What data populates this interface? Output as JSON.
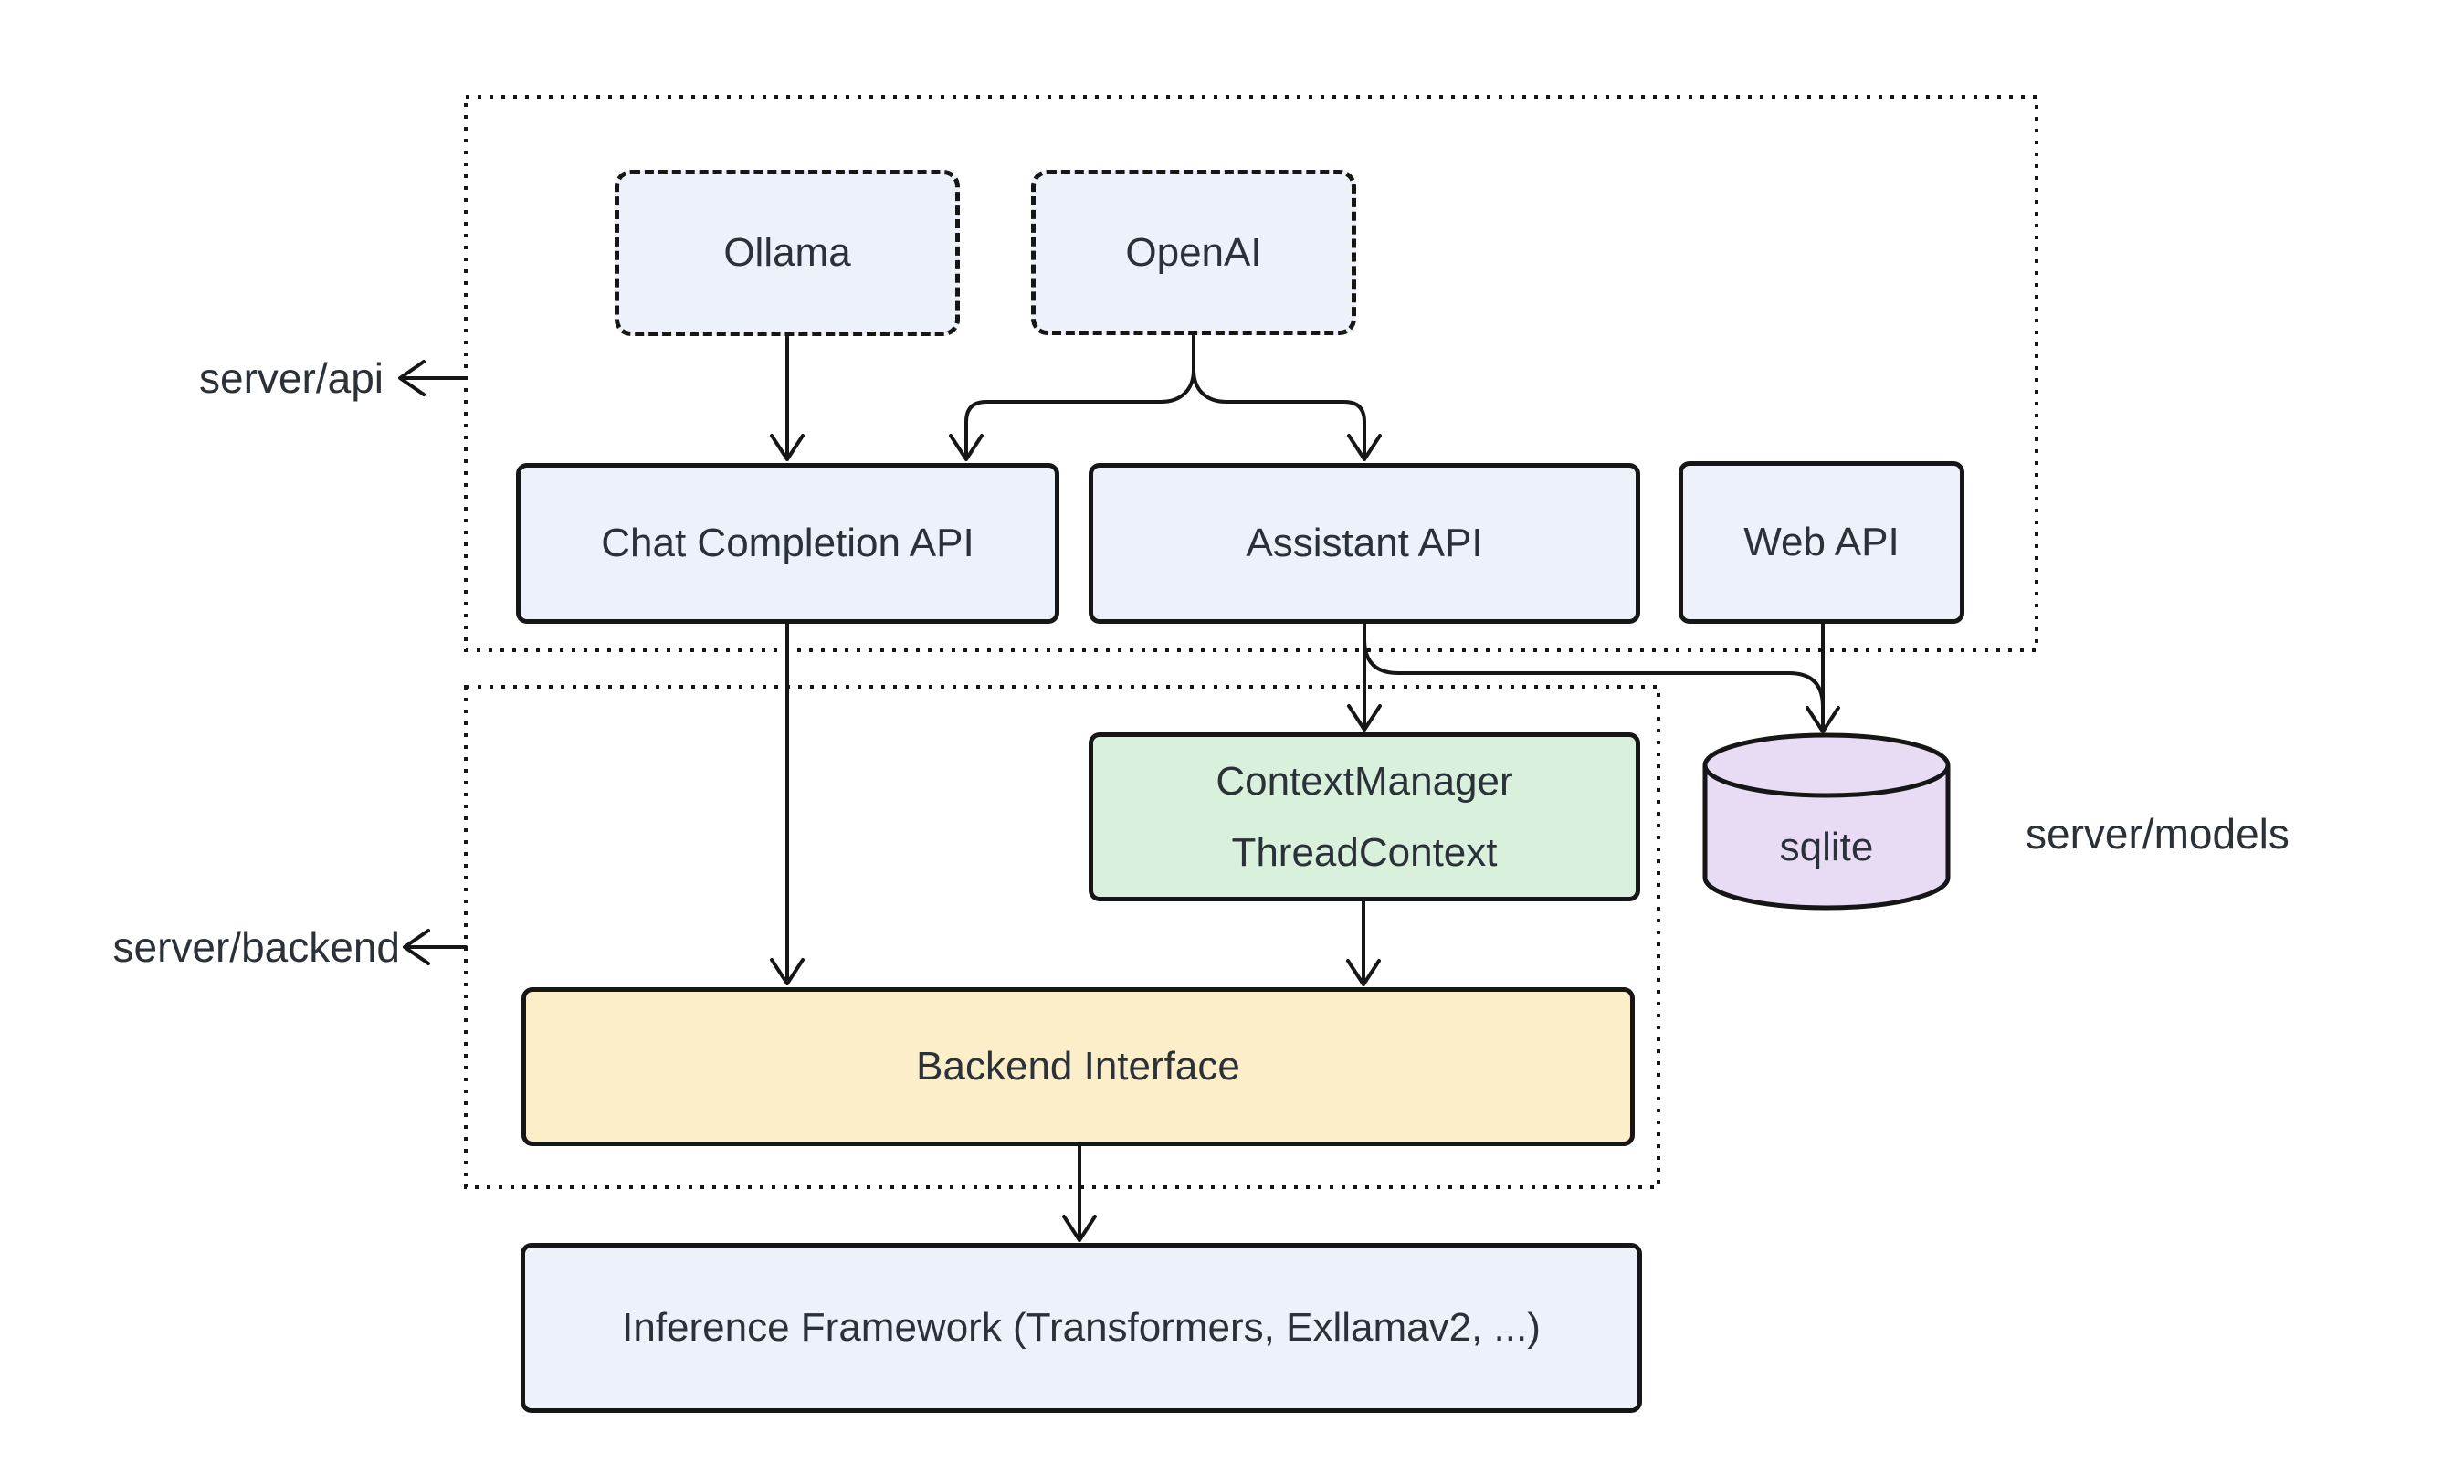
{
  "palette": {
    "background": "#ffffff",
    "stroke": "#161616",
    "text": "#2b3138",
    "node_blue": "#ecf1fa",
    "node_green": "#d9f1dc",
    "node_yellow": "#fbeec9",
    "node_purple": "#e8dcf5"
  },
  "containers": {
    "api": {
      "label": "server/api"
    },
    "backend": {
      "label": "server/backend"
    },
    "models": {
      "label": "server/models"
    }
  },
  "nodes": {
    "ollama": {
      "label": "Ollama"
    },
    "openai": {
      "label": "OpenAI"
    },
    "chat": {
      "label": "Chat Completion API"
    },
    "assistant": {
      "label": "Assistant API"
    },
    "web": {
      "label": "Web API"
    },
    "context": {
      "line1": "ContextManager",
      "line2": "ThreadContext"
    },
    "backend_interface": {
      "label": "Backend Interface"
    },
    "inference": {
      "label": "Inference Framework (Transformers, Exllamav2, ...)"
    },
    "sqlite": {
      "label": "sqlite"
    }
  },
  "edges": [
    {
      "from": "Ollama",
      "to": "Chat Completion API",
      "style": "arrow"
    },
    {
      "from": "OpenAI",
      "to": "Chat Completion API",
      "style": "arrow"
    },
    {
      "from": "OpenAI",
      "to": "Assistant API",
      "style": "arrow"
    },
    {
      "from": "Chat Completion API",
      "to": "Backend Interface",
      "style": "arrow"
    },
    {
      "from": "Assistant API",
      "to": "ContextManager ThreadContext",
      "style": "arrow"
    },
    {
      "from": "Assistant API",
      "to": "sqlite",
      "style": "arrow"
    },
    {
      "from": "Web API",
      "to": "sqlite",
      "style": "arrow"
    },
    {
      "from": "ContextManager ThreadContext",
      "to": "Backend Interface",
      "style": "arrow"
    },
    {
      "from": "Backend Interface",
      "to": "Inference Framework (Transformers, Exllamav2, ...)",
      "style": "arrow"
    },
    {
      "from": "server/api container",
      "to": "server/api label",
      "style": "arrow"
    },
    {
      "from": "server/backend container",
      "to": "server/backend label",
      "style": "arrow"
    }
  ]
}
